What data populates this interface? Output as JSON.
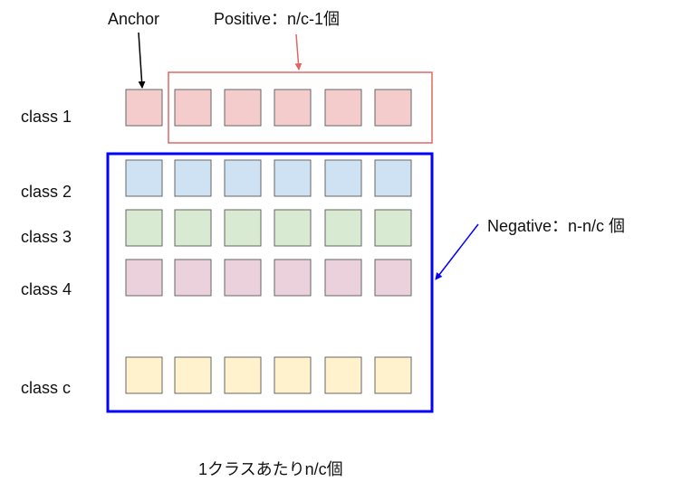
{
  "labels": {
    "anchor": "Anchor",
    "positive": "Positive：n/c-1個",
    "negative": "Negative：n-n/c 個",
    "caption": "1クラスあたりn/c個"
  },
  "classes": [
    {
      "name": "class 1",
      "fill": "#f4cccc"
    },
    {
      "name": "class 2",
      "fill": "#cfe2f3"
    },
    {
      "name": "class 3",
      "fill": "#d9ead3"
    },
    {
      "name": "class 4",
      "fill": "#ead1dc"
    },
    {
      "name": "class c",
      "fill": "#fff2cc"
    }
  ],
  "cells_per_class": 6,
  "colors": {
    "positive_frame": "#e06666",
    "negative_frame": "#0000ff",
    "anchor_arrow": "#000000",
    "positive_arrow": "#e06666",
    "negative_arrow": "#0000ff",
    "cell_border": "#666666"
  }
}
